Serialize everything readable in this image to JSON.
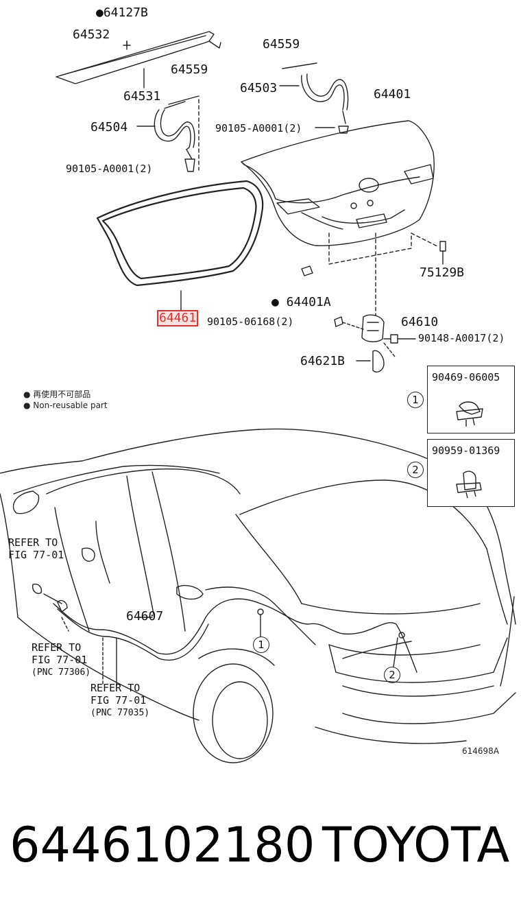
{
  "labels": {
    "p64127B": "●64127B",
    "p64532": "64532",
    "p64531": "64531",
    "p64559a": "64559",
    "p64504": "64504",
    "p90105a": "90105-A0001(2)",
    "p64559b": "64559",
    "p64503": "64503",
    "p90105b": "90105-A0001(2)",
    "p64401": "64401",
    "p75129B": "75129B",
    "p64401A": "● 64401A",
    "p64461": "64461",
    "p90105c": "90105-06168(2)",
    "p64610": "64610",
    "p90148": "90148-A0017(2)",
    "p64621B": "64621B",
    "p64607": "64607"
  },
  "legend": {
    "line1": "● 再使用不可部品",
    "line2": "● Non-reusable part"
  },
  "clips": {
    "c1_num": "1",
    "c1_part": "90469-06005",
    "c2_num": "2",
    "c2_part": "90959-01369"
  },
  "refs": {
    "r1a": "REFER TO",
    "r1b": "FIG 77-01",
    "r2a": "REFER TO",
    "r2b": "FIG 77-01",
    "r2c": "(PNC 77306)",
    "r3a": "REFER TO",
    "r3b": "FIG 77-01",
    "r3c": "(PNC 77035)"
  },
  "callouts": {
    "m1": "1",
    "m2": "2"
  },
  "figure_id": "614698A",
  "part_number": "6446102180",
  "brand": "TOYOTA",
  "colors": {
    "highlight": "#e03030",
    "line": "#222222"
  }
}
